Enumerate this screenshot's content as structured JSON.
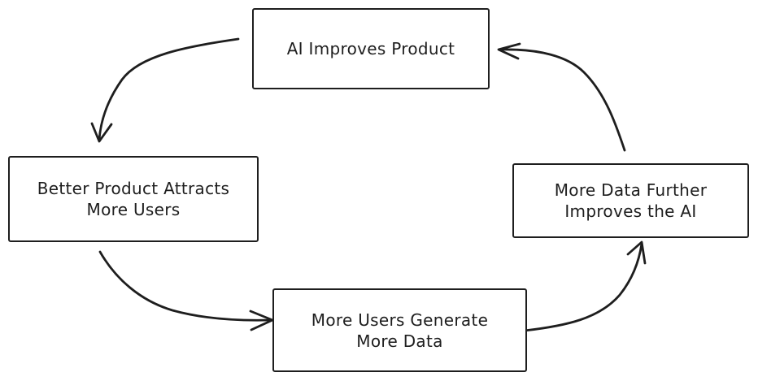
{
  "diagram": {
    "type": "cycle-flywheel",
    "colors": {
      "stroke": "#1e1e1e",
      "background": "#ffffff"
    },
    "nodes": {
      "top": {
        "id": "ai-improves-product",
        "label": "AI Improves Product"
      },
      "left": {
        "id": "better-product-users",
        "label": "Better Product Attracts\nMore Users"
      },
      "bottom": {
        "id": "users-generate-data",
        "label": "More Users Generate\nMore Data"
      },
      "right": {
        "id": "data-improves-ai",
        "label": "More Data Further\nImproves the AI"
      }
    },
    "edges": [
      {
        "from": "ai-improves-product",
        "to": "better-product-users"
      },
      {
        "from": "better-product-users",
        "to": "users-generate-data"
      },
      {
        "from": "users-generate-data",
        "to": "data-improves-ai"
      },
      {
        "from": "data-improves-ai",
        "to": "ai-improves-product"
      }
    ]
  }
}
